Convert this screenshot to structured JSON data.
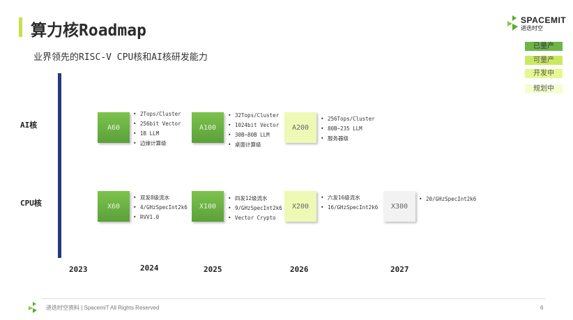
{
  "header": {
    "title": "算力核Roadmap",
    "subtitle": "业界领先的RISC-V CPU核和AI核研发能力"
  },
  "logo": {
    "name": "SPACEMIT",
    "sub": "进迭时空"
  },
  "legend": [
    {
      "label": "已量产",
      "color": "#6db545"
    },
    {
      "label": "可量产",
      "color": "#c9ea5f"
    },
    {
      "label": "开发中",
      "color": "#e5f78f"
    },
    {
      "label": "规划中",
      "color": "#f4ffd0"
    }
  ],
  "rows": {
    "ai": "AI核",
    "cpu": "CPU核"
  },
  "ai_chips": [
    {
      "name": "A60",
      "specs": [
        "2Tops/Cluster",
        "256bit Vector",
        "1B LLM",
        "边缘计算级"
      ]
    },
    {
      "name": "A100",
      "specs": [
        "32Tops/Cluster",
        "1024bit Vector",
        "30B~80B LLM",
        "桌面计算级"
      ]
    },
    {
      "name": "A200",
      "specs": [
        "256Tops/Cluster",
        "80B~235 LLM",
        "服务器级"
      ]
    }
  ],
  "cpu_chips": [
    {
      "name": "X60",
      "specs": [
        "双发8级流水",
        "4/GHzSpecInt2k6",
        "RVV1.0"
      ]
    },
    {
      "name": "X100",
      "specs": [
        "四发12级流水",
        "9/GHzSpecInt2k6",
        "Vector Crypto"
      ]
    },
    {
      "name": "X200",
      "specs": [
        "六发16级流水",
        "16/GHzSpecInt2k6"
      ]
    },
    {
      "name": "X300",
      "specs": [
        "20/GHzSpecInt2k6"
      ]
    }
  ],
  "years": [
    "2023",
    "2024",
    "2025",
    "2026",
    "2027"
  ],
  "footer": {
    "text": "进迭时空资料 | SpacemiT All Rights Reserved",
    "page": "6"
  }
}
